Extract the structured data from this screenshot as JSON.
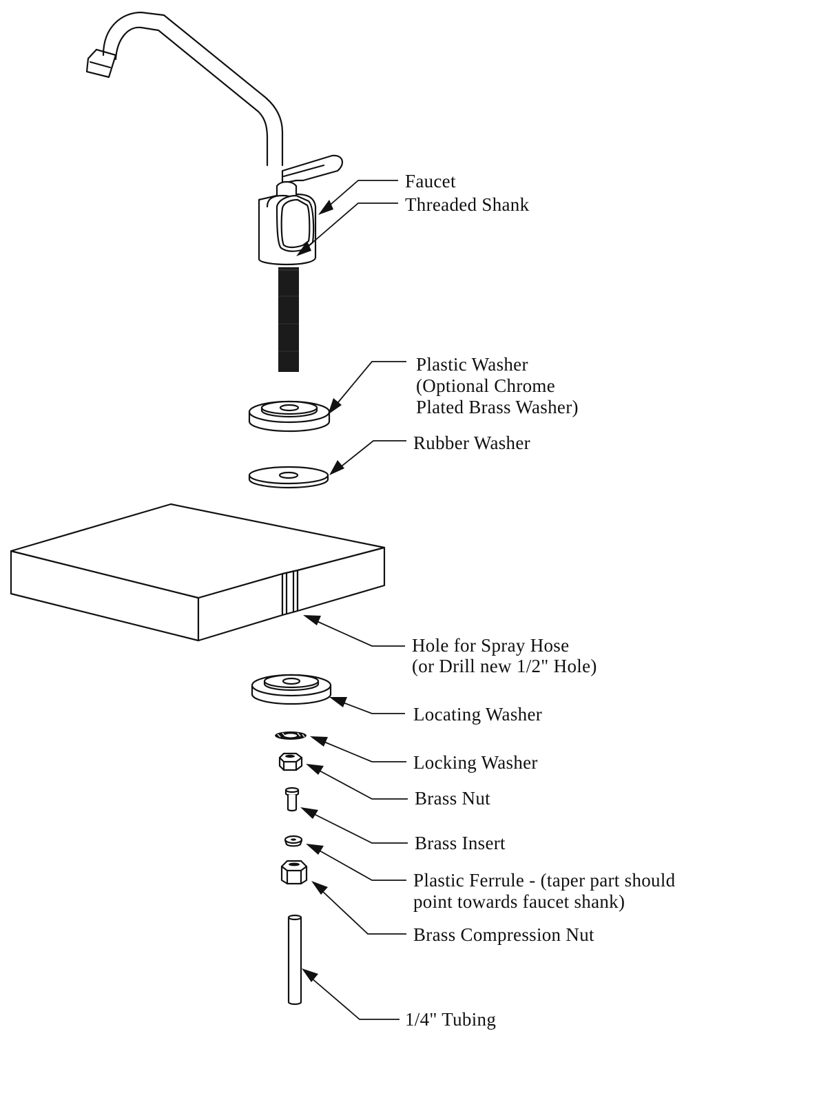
{
  "labels": {
    "faucet": "Faucet",
    "threaded_shank": "Threaded Shank",
    "plastic_washer_1": "Plastic Washer",
    "plastic_washer_2": "(Optional Chrome",
    "plastic_washer_3": "Plated Brass Washer)",
    "rubber_washer": "Rubber Washer",
    "hole_1": "Hole for Spray Hose",
    "hole_2": "(or Drill new 1/2\" Hole)",
    "locating_washer": "Locating Washer",
    "locking_washer": "Locking Washer",
    "brass_nut": "Brass Nut",
    "brass_insert": "Brass Insert",
    "ferrule_1": "Plastic Ferrule - (taper part should",
    "ferrule_2": "point towards faucet shank)",
    "compression_nut": "Brass Compression Nut",
    "tubing": "1/4\" Tubing"
  },
  "colors": {
    "ink": "#111111",
    "paper": "#ffffff"
  }
}
